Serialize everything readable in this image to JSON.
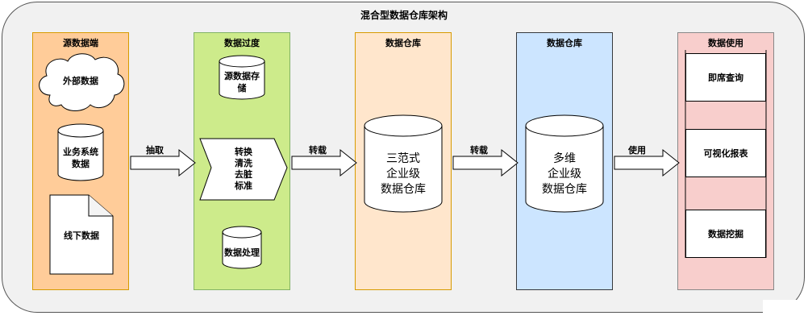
{
  "title": "混合型数据仓库架构",
  "columns": {
    "source": {
      "label": "源数据端",
      "items": [
        "外部数据",
        "业务系统\n数据",
        "线下数据"
      ]
    },
    "transition": {
      "label": "数据过度",
      "storage": "源数据存\n储",
      "process": "转换\n清洗\n去脏\n标准",
      "handling": "数据处理"
    },
    "warehouse_3nf": {
      "label": "数据仓库",
      "cylinder": "三范式\n企业级\n数据仓库"
    },
    "warehouse_dim": {
      "label": "数据仓库",
      "cylinder": "多维\n企业级\n数据仓库"
    },
    "usage": {
      "label": "数据使用",
      "items": [
        "即席查询",
        "可视化报表",
        "数据挖掘"
      ]
    }
  },
  "arrows": [
    "抽取",
    "转载",
    "转载",
    "使用"
  ],
  "colors": {
    "source": "#ffcc99",
    "transition": "#cdeb8b",
    "warehouse_3nf": "#ffe6cc",
    "warehouse_dim": "#cce5ff",
    "usage": "#f8cecc"
  }
}
